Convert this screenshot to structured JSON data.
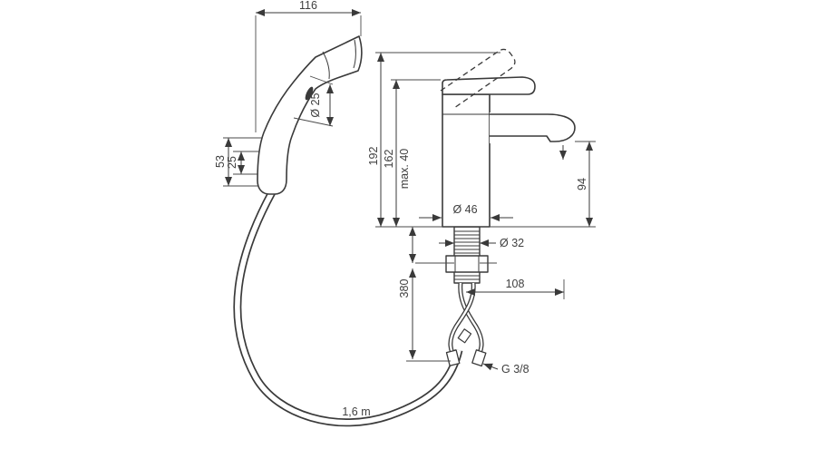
{
  "diagram": {
    "line_color": "#3a3a3a",
    "dimensions": {
      "dim_116": "116",
      "dia_25": "Ø 25",
      "dim_53": "53",
      "dim_25": "25",
      "dim_192": "192",
      "dim_162": "162",
      "dim_max40": "max. 40",
      "dia_46": "Ø 46",
      "dia_32": "Ø 32",
      "dim_94": "94",
      "dim_380": "380",
      "dim_108": "108",
      "thread_g38": "G 3/8",
      "hose_length": "1,6 m"
    }
  }
}
